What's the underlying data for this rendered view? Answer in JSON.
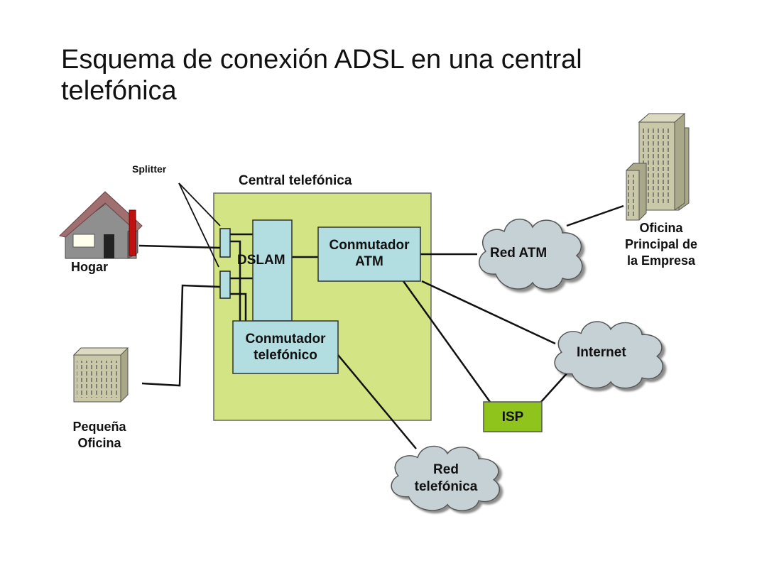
{
  "title": "Esquema de conexión ADSL en una central telefónica",
  "labels": {
    "central": "Central telefónica",
    "splitter": "Splitter",
    "dslam": "DSLAM",
    "conmutador_atm": "Conmutador\nATM",
    "conmutador_telefonico": "Conmutador\ntelefónico",
    "hogar": "Hogar",
    "pequena_oficina": "Pequeña\nOficina",
    "oficina_principal": "Oficina\nPrincipal de\nla Empresa",
    "red_atm": "Red ATM",
    "internet": "Internet",
    "isp": "ISP",
    "red_telefonica": "Red\ntelefónica"
  },
  "colors": {
    "central_fill": "#d2e484",
    "box_fill": "#b2dde1",
    "isp_fill": "#8fc41d",
    "cloud_fill": "#c6d1d6",
    "house_roof": "#a07070",
    "house_wall": "#8f8f8f",
    "chimney": "#c01010",
    "building": "#c9c8a8"
  },
  "icons": [
    "house-icon",
    "office-building-icon",
    "skyscraper-icon",
    "cloud-icon"
  ]
}
